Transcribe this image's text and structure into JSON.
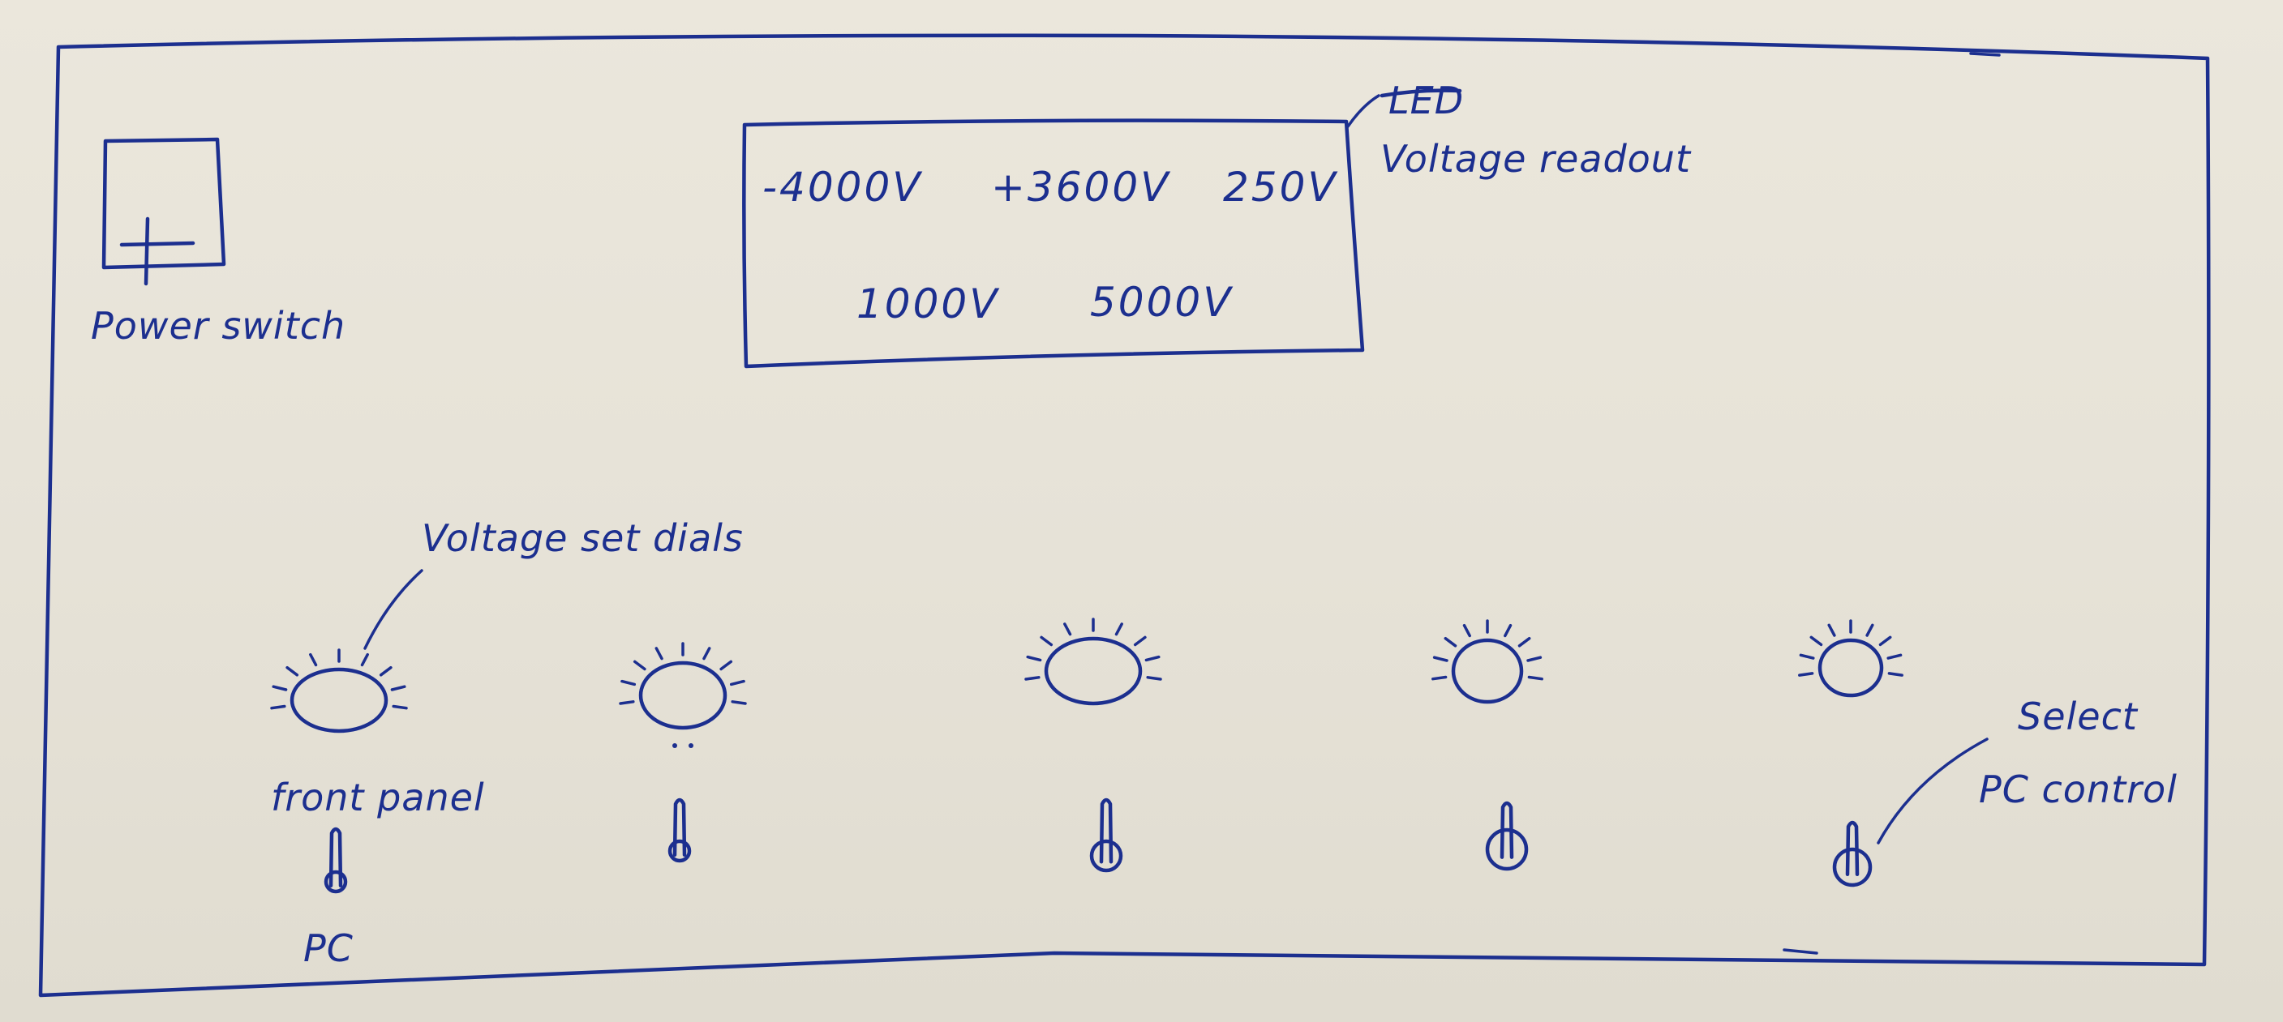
{
  "labels": {
    "power_switch": "Power switch",
    "led_struck": "LED",
    "voltage_readout": "Voltage readout",
    "voltage_set_dials": "Voltage set dials",
    "front_panel": "front panel",
    "pc": "PC",
    "select_line1": "Select",
    "select_line2": "PC control"
  },
  "readout": {
    "values": [
      "-4000V",
      "+3600V",
      "250V",
      "1000V",
      "5000V"
    ]
  },
  "dials": {
    "count": 5
  },
  "colors": {
    "ink": "#1c2f8f",
    "paper": "#e8e4d9"
  }
}
